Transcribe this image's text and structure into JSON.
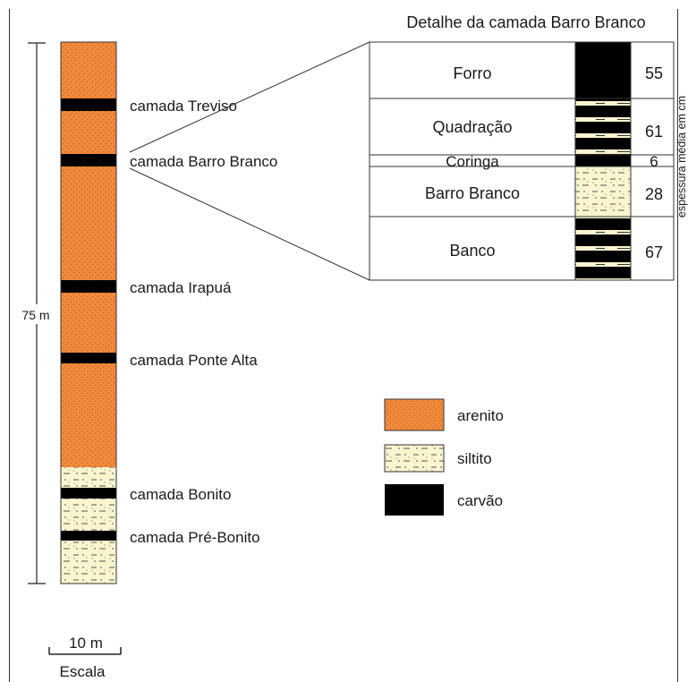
{
  "detail": {
    "title": "Detalhe da camada Barro Branco",
    "axis_label": "espessura média em cm",
    "rows": [
      {
        "name": "Forro",
        "thickness": "55",
        "lithology": "carvao"
      },
      {
        "name": "Quadração",
        "thickness": "61",
        "lithology": "mixed"
      },
      {
        "name": "Coringa",
        "thickness": "6",
        "lithology": "carvao"
      },
      {
        "name": "Barro Branco",
        "thickness": "28",
        "lithology": "siltito"
      },
      {
        "name": "Banco",
        "thickness": "67",
        "lithology": "mixed"
      }
    ]
  },
  "column": {
    "height_label": "75 m",
    "layers": [
      {
        "label": "camada Treviso"
      },
      {
        "label": "camada Barro Branco"
      },
      {
        "label": "camada Irapuá"
      },
      {
        "label": "camada Ponte Alta"
      },
      {
        "label": "camada Bonito"
      },
      {
        "label": "camada Pré-Bonito"
      }
    ]
  },
  "legend": {
    "items": [
      {
        "label": "arenito",
        "color": "#f08a3c"
      },
      {
        "label": "siltito",
        "color": "#fbf5cf"
      },
      {
        "label": "carvão",
        "color": "#000000"
      }
    ]
  },
  "scale": {
    "value": "10 m",
    "label": "Escala"
  }
}
